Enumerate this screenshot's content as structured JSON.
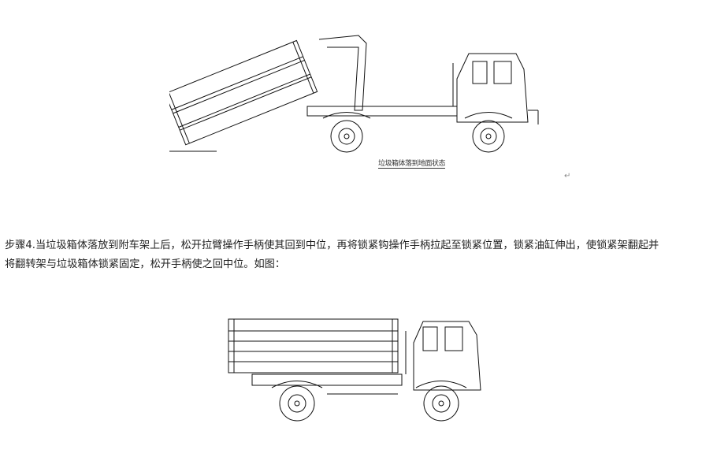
{
  "figure1": {
    "caption": "垃圾箱体落到地面状态"
  },
  "paragraph_mark": "↵",
  "step4": {
    "line1": "步骤4.当垃圾箱体落放到附车架上后，松开拉臂操作手柄使其回到中位，再将锁紧钩操作手柄拉起至锁紧位置，锁紧油缸伸出，使锁紧架翻起并",
    "line2": "将翻转架与垃圾箱体锁紧固定，松开手柄使之回中位。如图："
  }
}
